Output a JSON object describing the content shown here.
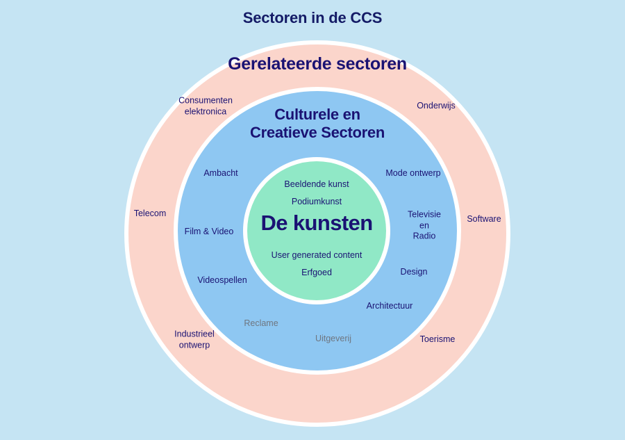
{
  "title": "Sectoren in de CCS",
  "colors": {
    "background": "#c5e4f3",
    "outer_ring": "#fbd5cb",
    "middle_ring": "#8ec7f2",
    "inner_circle": "#90e8c6",
    "ring_border": "#ffffff",
    "text_primary": "#1a1273",
    "text_muted": "#6f7680"
  },
  "rings": {
    "outer": {
      "heading": "Gerelateerde sectoren"
    },
    "middle": {
      "heading": "Culturele en\nCreatieve Sectoren"
    },
    "inner": {
      "heading": "De kunsten"
    }
  },
  "chart_data": {
    "type": "diagram",
    "title": "Sectoren in de CCS",
    "subtype": "concentric-circles",
    "levels": [
      {
        "name": "Gerelateerde sectoren",
        "ring": "outer",
        "color": "#fbd5cb",
        "items": [
          "Consumenten elektronica",
          "Onderwijs",
          "Telecom",
          "Software",
          "Industrieel ontwerp",
          "Toerisme"
        ]
      },
      {
        "name": "Culturele en Creatieve Sectoren",
        "ring": "middle",
        "color": "#8ec7f2",
        "items": [
          "Ambacht",
          "Mode ontwerp",
          "Film & Video",
          "Televisie en Radio",
          "Videospellen",
          "Design",
          "Architectuur",
          "Reclame",
          "Uitgeverij"
        ]
      },
      {
        "name": "De kunsten",
        "ring": "inner",
        "color": "#90e8c6",
        "items": [
          "Beeldende kunst",
          "Podiumkunst",
          "User generated content",
          "Erfgoed"
        ]
      }
    ]
  },
  "labels": {
    "consumenten_elektronica": "Consumenten\nelektronica",
    "onderwijs": "Onderwijs",
    "telecom": "Telecom",
    "software": "Software",
    "industrieel_ontwerp": "Industrieel\nontwerp",
    "toerisme": "Toerisme",
    "ambacht": "Ambacht",
    "mode_ontwerp": "Mode ontwerp",
    "film_video": "Film & Video",
    "televisie_radio": "Televisie\nen\nRadio",
    "videospellen": "Videospellen",
    "design": "Design",
    "architectuur": "Architectuur",
    "reclame": "Reclame",
    "uitgeverij": "Uitgeverij",
    "beeldende_kunst": "Beeldende kunst",
    "podiumkunst": "Podiumkunst",
    "user_generated_content": "User generated content",
    "erfgoed": "Erfgoed"
  }
}
